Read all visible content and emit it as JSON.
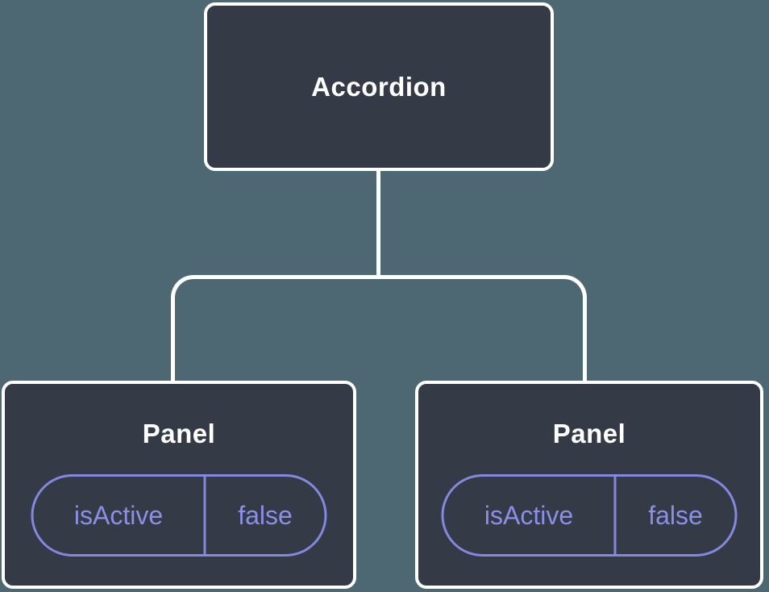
{
  "diagram": {
    "type": "component-tree",
    "root": {
      "label": "Accordion"
    },
    "children": [
      {
        "label": "Panel",
        "state": {
          "key": "isActive",
          "value": "false"
        }
      },
      {
        "label": "Panel",
        "state": {
          "key": "isActive",
          "value": "false"
        }
      }
    ]
  },
  "colors": {
    "background": "#4D6872",
    "node_fill": "#343A46",
    "node_border": "#FFFFFF",
    "node_text": "#FFFFFF",
    "accent": "#8289DE",
    "accent_text": "#8A90E8",
    "connector": "#FFFFFF"
  }
}
